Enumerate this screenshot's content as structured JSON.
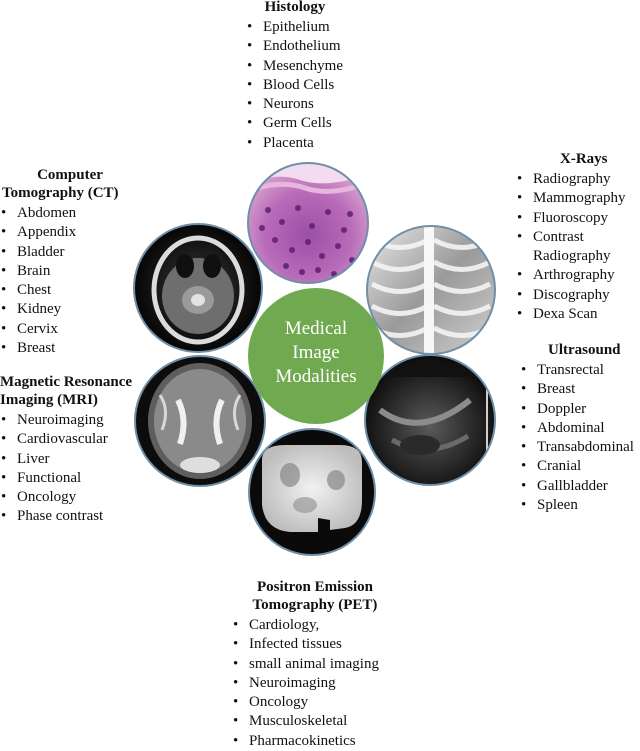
{
  "center": {
    "line1": "Medical",
    "line2": "Image",
    "line3": "Modalities",
    "color": "#70a950"
  },
  "histology": {
    "title": "Histology",
    "items": [
      "Epithelium",
      "Endothelium",
      "Mesenchyme",
      "Blood Cells",
      "Neurons",
      "Germ Cells",
      "Placenta"
    ]
  },
  "xray": {
    "title": "X-Rays",
    "items": [
      "Radiography",
      "Mammography",
      "Fluoroscopy",
      "Contrast Radiography",
      "Arthrography",
      "Discography",
      "Dexa Scan"
    ]
  },
  "ct": {
    "title_line1": "Computer",
    "title_line2": "Tomography (CT)",
    "items": [
      "Abdomen",
      "Appendix",
      "Bladder",
      "Brain",
      "Chest",
      "Kidney",
      "Cervix",
      "Breast"
    ]
  },
  "mri": {
    "title_line1": "Magnetic Resonance",
    "title_line2": "Imaging (MRI)",
    "items": [
      "Neuroimaging",
      "Cardiovascular",
      "Liver",
      "Functional",
      "Oncology",
      "Phase contrast"
    ]
  },
  "ultrasound": {
    "title": "Ultrasound",
    "items": [
      "Transrectal",
      "Breast",
      "Doppler",
      "Abdominal",
      "Transabdominal",
      "Cranial",
      "Gallbladder",
      "Spleen"
    ]
  },
  "pet": {
    "title_line1": "Positron Emission",
    "title_line2": "Tomography (PET)",
    "items": [
      "Cardiology,",
      "Infected tissues",
      "small animal imaging",
      "Neuroimaging",
      "Oncology",
      "Musculoskeletal",
      "Pharmacokinetics"
    ]
  }
}
